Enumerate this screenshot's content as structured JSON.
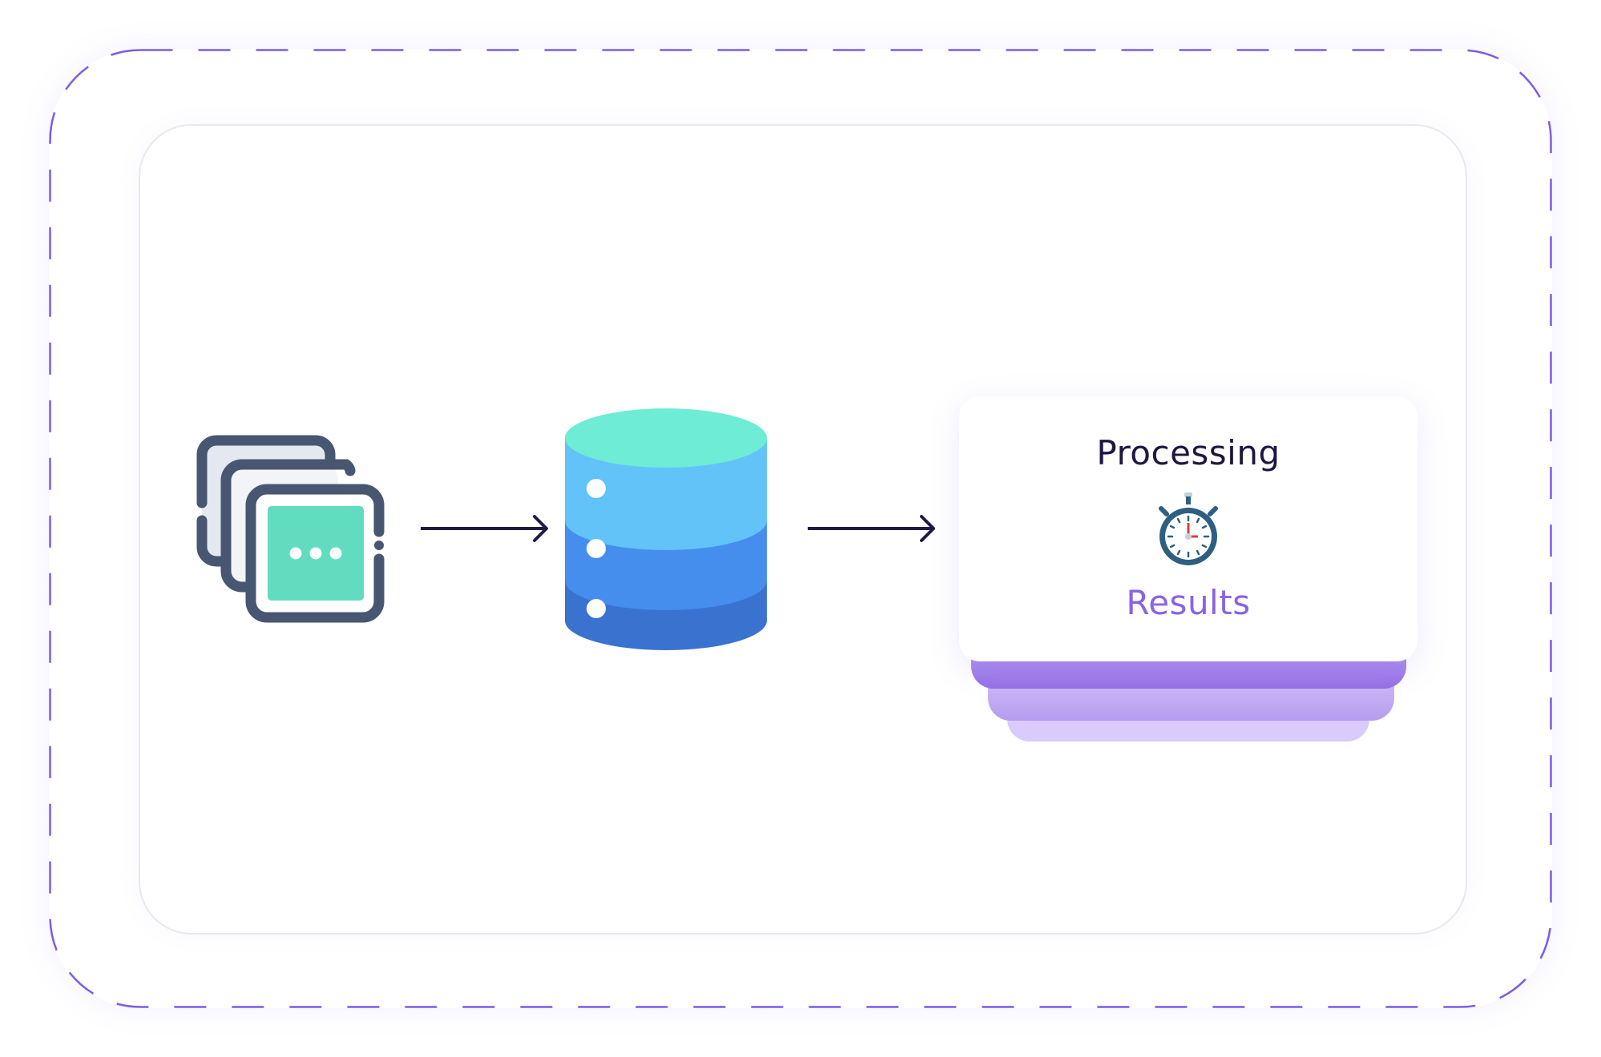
{
  "diagram": {
    "nodes": [
      {
        "id": "documents",
        "icon": "documents-stack-icon"
      },
      {
        "id": "database",
        "icon": "database-icon"
      },
      {
        "id": "results-card",
        "title": "Processing",
        "icon": "stopwatch-icon",
        "subtitle": "Results"
      }
    ],
    "edges": [
      {
        "from": "documents",
        "to": "database"
      },
      {
        "from": "database",
        "to": "results-card"
      }
    ]
  },
  "card": {
    "title": "Processing",
    "subtitle": "Results"
  },
  "colors": {
    "dash": "#7b5ce6",
    "accent": "#8a63e6",
    "title": "#1f1640",
    "db_top": "#6eecd6",
    "db_1": "#62c3f9",
    "db_2": "#468eee",
    "db_3": "#3a72d0",
    "doc_stroke": "#475671",
    "doc_fill": "#62dcbe"
  }
}
